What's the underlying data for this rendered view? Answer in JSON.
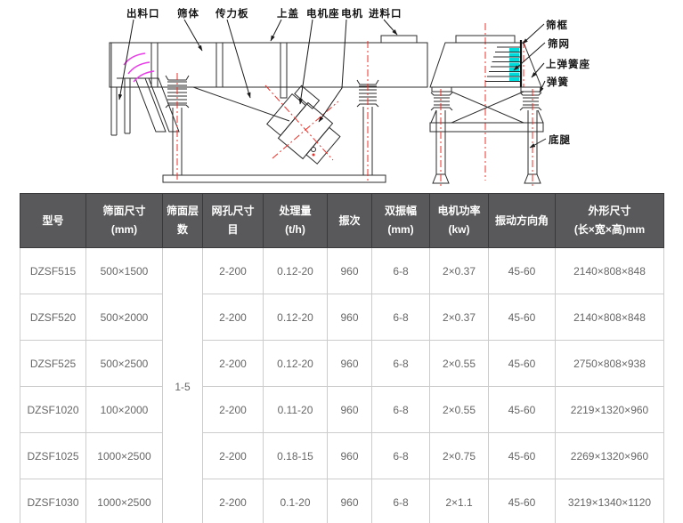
{
  "diagram": {
    "left_labels": [
      "出料口",
      "筛体",
      "传力板",
      "上盖",
      "电机座",
      "电机",
      "进料口"
    ],
    "right_labels": [
      "筛框",
      "筛网",
      "上弹簧座",
      "弹簧",
      "底腿"
    ],
    "colors": {
      "line": "#2b2b2b",
      "centerline_red": "#f03028",
      "flow_magenta": "#e83ce8",
      "mesh_cyan": "#00dcdc"
    }
  },
  "table": {
    "header_bg": "#59595b",
    "headers": [
      {
        "l1": "型号",
        "l2": ""
      },
      {
        "l1": "筛面尺寸",
        "l2": "(mm)"
      },
      {
        "l1": "筛面层",
        "l2": "数"
      },
      {
        "l1": "网孔尺寸",
        "l2": "目"
      },
      {
        "l1": "处理量",
        "l2": "(t/h)"
      },
      {
        "l1": "振次",
        "l2": ""
      },
      {
        "l1": "双振幅",
        "l2": "(mm)"
      },
      {
        "l1": "电机功率",
        "l2": "(kw)"
      },
      {
        "l1": "振动方向角",
        "l2": ""
      },
      {
        "l1": "外形尺寸",
        "l2": "(长×宽×高)mm"
      }
    ],
    "merged_layer_value": "1-5",
    "rows": [
      {
        "model": "DZSF515",
        "size": "500×1500",
        "mesh": "2-200",
        "capacity": "0.12-20",
        "freq": "960",
        "amp": "6-8",
        "power": "2×0.37",
        "angle": "45-60",
        "dims": "2140×808×848"
      },
      {
        "model": "DZSF520",
        "size": "500×2000",
        "mesh": "2-200",
        "capacity": "0.12-20",
        "freq": "960",
        "amp": "6-8",
        "power": "2×0.37",
        "angle": "45-60",
        "dims": "2140×808×848"
      },
      {
        "model": "DZSF525",
        "size": "500×2500",
        "mesh": "2-200",
        "capacity": "0.12-20",
        "freq": "960",
        "amp": "6-8",
        "power": "2×0.55",
        "angle": "45-60",
        "dims": "2750×808×938"
      },
      {
        "model": "DZSF1020",
        "size": "100×2000",
        "mesh": "2-200",
        "capacity": "0.11-20",
        "freq": "960",
        "amp": "6-8",
        "power": "2×0.55",
        "angle": "45-60",
        "dims": "2219×1320×960"
      },
      {
        "model": "DZSF1025",
        "size": "1000×2500",
        "mesh": "2-200",
        "capacity": "0.18-15",
        "freq": "960",
        "amp": "6-8",
        "power": "2×0.75",
        "angle": "45-60",
        "dims": "2269×1320×960"
      },
      {
        "model": "DZSF1030",
        "size": "1000×2500",
        "mesh": "2-200",
        "capacity": "0.1-20",
        "freq": "960",
        "amp": "6-8",
        "power": "2×1.1",
        "angle": "45-60",
        "dims": "3219×1340×1120"
      }
    ]
  }
}
